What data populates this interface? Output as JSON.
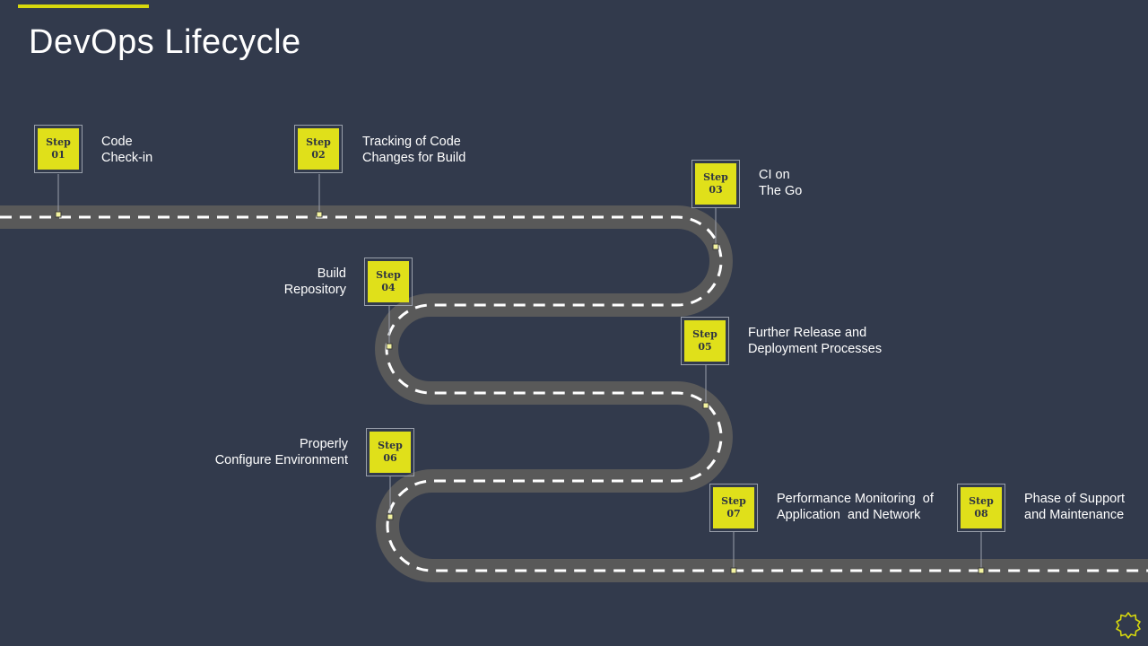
{
  "page": {
    "title": "DevOps Lifecycle"
  },
  "colors": {
    "background": "#323a4c",
    "accent": "#d7d80d",
    "road": "#595959",
    "dashes": "#ffffff"
  },
  "steps": [
    {
      "word": "Step",
      "number": "01",
      "lines": [
        "Code",
        "Check-in"
      ]
    },
    {
      "word": "Step",
      "number": "02",
      "lines": [
        "Tracking of Code",
        "Changes for Build"
      ]
    },
    {
      "word": "Step",
      "number": "03",
      "lines": [
        "CI on",
        "The Go"
      ]
    },
    {
      "word": "Step",
      "number": "04",
      "lines": [
        "Build",
        "Repository"
      ]
    },
    {
      "word": "Step",
      "number": "05",
      "lines": [
        "Further Release and",
        "Deployment Processes"
      ]
    },
    {
      "word": "Step",
      "number": "06",
      "lines": [
        "Properly",
        "Configure Environment"
      ]
    },
    {
      "word": "Step",
      "number": "07",
      "lines": [
        "Performance Monitoring  of",
        "Application  and Network"
      ]
    },
    {
      "word": "Step",
      "number": "08",
      "lines": [
        "Phase of Support",
        "and Maintenance"
      ]
    }
  ],
  "icons": {
    "corner": "gear-icon"
  }
}
